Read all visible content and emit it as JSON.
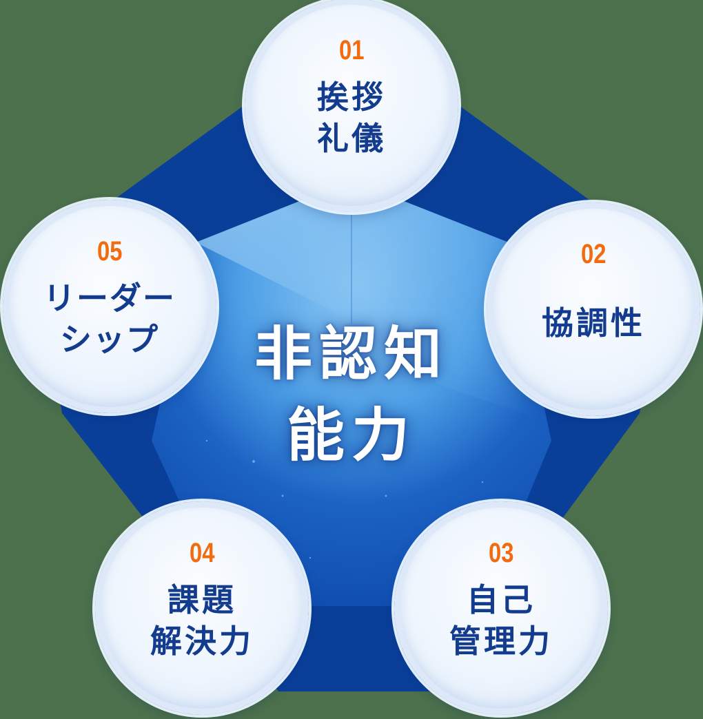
{
  "colors": {
    "background": "#4c714c",
    "pentagon_outer": "#0a3f99",
    "pentagon_inner_light": "#7cbdf0",
    "pentagon_inner_mid": "#1f72cc",
    "node_number": "#f26b0f",
    "node_label": "#133c8f",
    "center_text": "#ffffff"
  },
  "center": {
    "title_line1": "非認知",
    "title_line2": "能力"
  },
  "nodes": [
    {
      "number": "01",
      "label_line1": "挨拶",
      "label_line2": "礼儀"
    },
    {
      "number": "02",
      "label_line1": "協調性",
      "label_line2": ""
    },
    {
      "number": "03",
      "label_line1": "自己",
      "label_line2": "管理力"
    },
    {
      "number": "04",
      "label_line1": "課題",
      "label_line2": "解決力"
    },
    {
      "number": "05",
      "label_line1": "リーダー",
      "label_line2": "シップ"
    }
  ]
}
